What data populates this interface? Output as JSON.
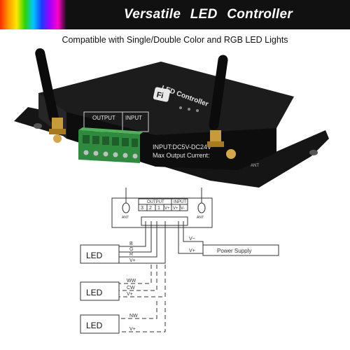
{
  "banner": {
    "title": "Versatile  LED  Controller"
  },
  "subtitle": "Compatible with Single/Double Color and RGB LED Lights",
  "device": {
    "top_label": "LED Controller",
    "wifi_badge": "Fi",
    "output_label": "OUTPUT",
    "input_label": "INPUT",
    "spec_line_1": "INPUT:DC5V-DC24V",
    "spec_line_2": "Max Output Current:",
    "ant_label": "ANT"
  },
  "diagram": {
    "ant_left": "ANT",
    "ant_right": "ANT",
    "output_label": "OUTPUT",
    "input_label": "INPUT",
    "terminals": [
      "3",
      "2",
      "1",
      "V+",
      "V+",
      "V-"
    ],
    "power_supply": "Power Supply",
    "v_minus": "V−",
    "v_plus": "V+",
    "led_rgb": {
      "label": "LED",
      "wires": [
        "B",
        "G",
        "R",
        "V+"
      ]
    },
    "led_dual": {
      "label": "LED",
      "wires": [
        "WW",
        "CW",
        "V+"
      ]
    },
    "led_single": {
      "label": "LED",
      "wires": [
        "NW",
        "V+"
      ]
    }
  }
}
